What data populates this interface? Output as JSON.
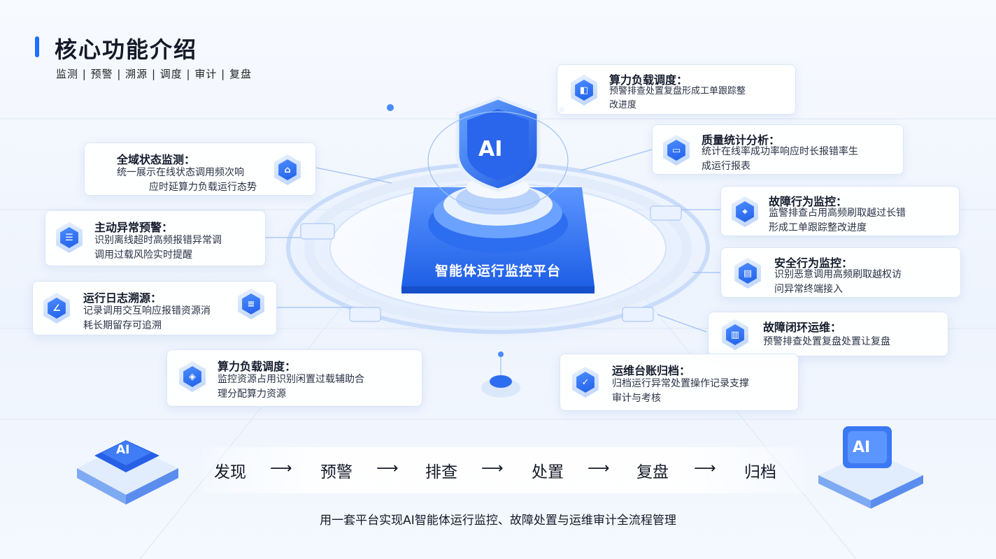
{
  "header": {
    "title": "核心功能介绍",
    "subtitle": "监测 | 预警 | 溯源 | 调度 | 审计 | 复盘"
  },
  "center": {
    "platform_label": "智能体运行监控平台",
    "shield_label": "AI"
  },
  "left_cards": [
    {
      "title": "全域状态监测：",
      "desc_line1": "统一展示在线状态调用频次响",
      "desc_line2": "应时延算力负载运行态势",
      "icon": "home-icon"
    },
    {
      "title": "主动异常预警：",
      "desc_line1": "识别离线超时高频报错异常调",
      "desc_line2": "调用过载风险实时提醒",
      "icon": "document-icon"
    },
    {
      "title": "运行日志溯源：",
      "desc_line1": "记录调用交互响应报错资源消",
      "desc_line2": "耗长期留存可追溯",
      "icon": "log-icon"
    },
    {
      "title": "算力负载调度：",
      "desc_line1": "监控资源占用识别闲置过载辅助合",
      "desc_line2": "理分配算力资源",
      "icon": "shield-icon"
    }
  ],
  "right_cards": [
    {
      "title": "算力负载调度：",
      "desc_line1": "预警排查处置复盘形成工单跟踪整",
      "desc_line2": "改进度",
      "icon": "box-icon"
    },
    {
      "title": "质量统计分析：",
      "desc_line1": "统计在线率成功率响应时长报错率生",
      "desc_line2": "成运行报表",
      "icon": "report-icon"
    },
    {
      "title": "故障行为监控：",
      "desc_line1": "监警排查占用高频刷取越过长错",
      "desc_line2": "形成工单跟踪整改进度",
      "icon": "location-icon"
    },
    {
      "title": "安全行为监控：",
      "desc_line1": "识别恶意调用高频刷取越权访",
      "desc_line2": "问异常终端接入",
      "icon": "lock-icon"
    },
    {
      "title": "故障闭环运维：",
      "desc_line1": "预警排查处置复盘处置让复盘",
      "desc_line2": "",
      "icon": "database-icon"
    },
    {
      "title": "运维台账归档：",
      "desc_line1": "归档运行异常处置操作记录支撑",
      "desc_line2": "审计与考核",
      "icon": "check-shield-icon"
    }
  ],
  "flow": {
    "steps": [
      "发现",
      "预警",
      "排查",
      "处置",
      "复盘",
      "归档"
    ],
    "arrow": "⟶"
  },
  "chips": {
    "left": "AI",
    "right": "AI"
  },
  "footer": "用一套平台实现AI智能体运行监控、故障处置与运维审计全流程管理",
  "colors": {
    "accent": "#1f6fff",
    "deep_blue": "#1f5fe8",
    "light_blue": "#bcd4fb"
  }
}
